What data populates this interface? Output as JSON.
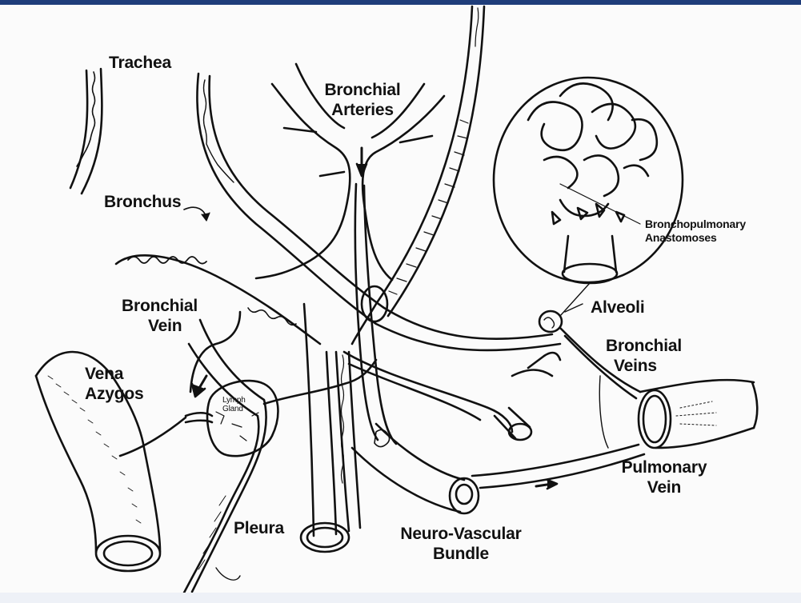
{
  "colors": {
    "top_bar": "#1f3d7a",
    "ink": "#111111",
    "background": "#fbfbfb"
  },
  "labels": {
    "trachea": "Trachea",
    "bronchial_arteries_1": "Bronchial",
    "bronchial_arteries_2": "Arteries",
    "bronchus": "Bronchus",
    "bronchial_vein_1": "Bronchial",
    "bronchial_vein_2": "Vein",
    "vena_azygos_1": "Vena",
    "vena_azygos_2": "Azygos",
    "lymph_gland_1": "Lymph",
    "lymph_gland_2": "Gland",
    "alveoli": "Alveoli",
    "bronchopulmonary_1": "Bronchopulmonary",
    "bronchopulmonary_2": "Anastomoses",
    "bronchial_veins_1": "Bronchial",
    "bronchial_veins_2": "Veins",
    "pulmonary_vein_1": "Pulmonary",
    "pulmonary_vein_2": "Vein",
    "pleura": "Pleura",
    "neurovascular_1": "Neuro-Vascular",
    "neurovascular_2": "Bundle"
  }
}
